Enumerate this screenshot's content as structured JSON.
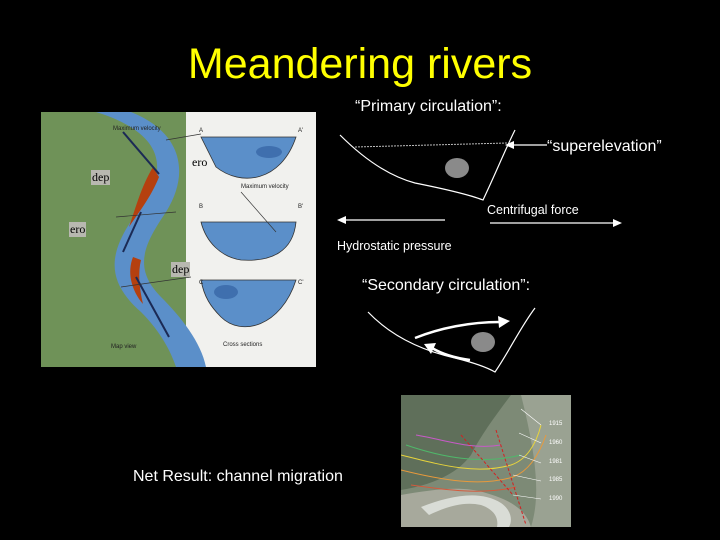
{
  "title": "Meandering rivers",
  "primary_label": "“Primary circulation”:",
  "superelevation_label": "“superelevation”",
  "centrifugal_label": "Centrifugal force",
  "hydrostatic_label": "Hydrostatic pressure",
  "secondary_label": "“Secondary circulation”:",
  "net_result_label": "Net Result: channel migration",
  "figure": {
    "annotations": [
      "ero",
      "dep",
      "ero",
      "dep"
    ],
    "max_velocity_label": "Maximum velocity",
    "max_velocity_label2": "Maximum velocity",
    "map_view_label": "Map view",
    "cross_sections_label": "Cross sections",
    "section_labels": [
      "A",
      "A'",
      "B",
      "B'",
      "C",
      "C'"
    ]
  },
  "map_years": [
    "1915",
    "1960",
    "1981",
    "1985",
    "1990"
  ],
  "colors": {
    "title": "#ffff00",
    "background": "#000000",
    "water": "#5b8fc9",
    "erosion": "#b5400f",
    "floodplain": "#6f9258"
  }
}
